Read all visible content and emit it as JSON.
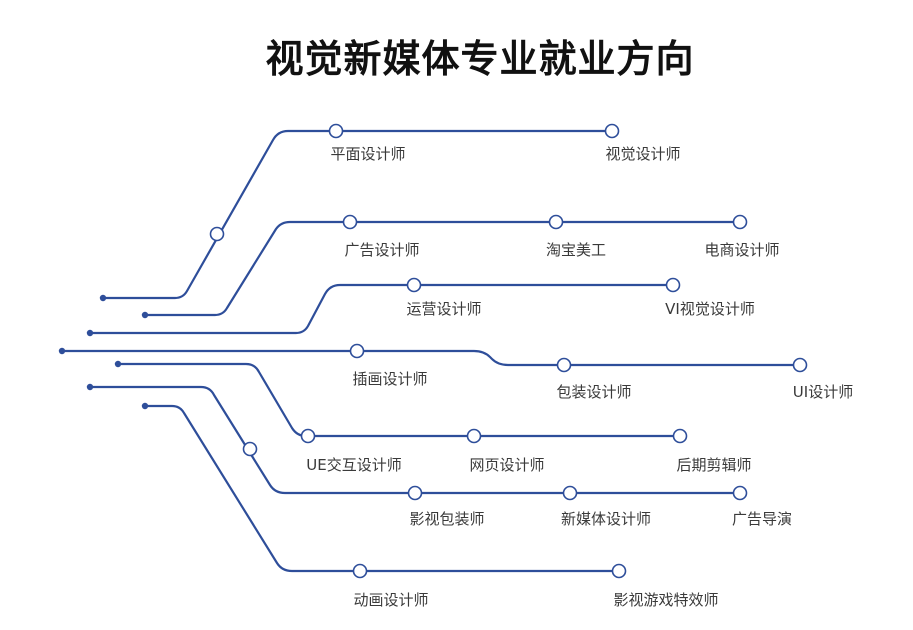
{
  "title": "视觉新媒体专业就业方向",
  "colors": {
    "line": "#2e4e9a",
    "text": "#3a3a3a",
    "title": "#111111"
  },
  "routes": [
    {
      "id": "route-1",
      "stations": [
        "平面设计师",
        "视觉设计师"
      ]
    },
    {
      "id": "route-2",
      "stations": [
        "广告设计师",
        "淘宝美工",
        "电商设计师"
      ]
    },
    {
      "id": "route-3",
      "stations": [
        "运营设计师",
        "VI视觉设计师"
      ]
    },
    {
      "id": "route-4",
      "stations": [
        "插画设计师",
        "包装设计师",
        "UI设计师"
      ]
    },
    {
      "id": "route-5",
      "stations": [
        "UE交互设计师",
        "网页设计师",
        "后期剪辑师"
      ]
    },
    {
      "id": "route-6",
      "stations": [
        "影视包装师",
        "新媒体设计师",
        "广告导演"
      ]
    },
    {
      "id": "route-7",
      "stations": [
        "动画设计师",
        "影视游戏特效师"
      ]
    }
  ]
}
